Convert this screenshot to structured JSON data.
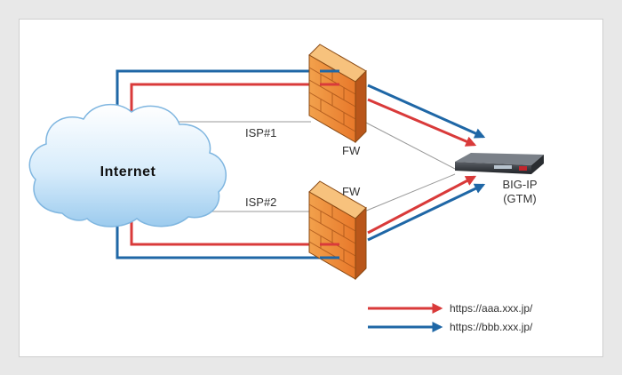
{
  "diagram": {
    "cloud_label": "Internet",
    "isp1_label": "ISP#1",
    "isp2_label": "ISP#2",
    "fw_top_label": "FW",
    "fw_bottom_label": "FW",
    "device_label_line1": "BIG-IP",
    "device_label_line2": "(GTM)"
  },
  "legend": {
    "items": [
      {
        "label": "https://aaa.xxx.jp/",
        "color": "#d93a3a"
      },
      {
        "label": "https://bbb.xxx.jp/",
        "color": "#1f67a6"
      }
    ]
  },
  "colors": {
    "red_path": "#d93a3a",
    "blue_path": "#1f67a6",
    "background": "#e8e8e8",
    "panel": "#ffffff",
    "line_gray": "#9a9a9a"
  }
}
